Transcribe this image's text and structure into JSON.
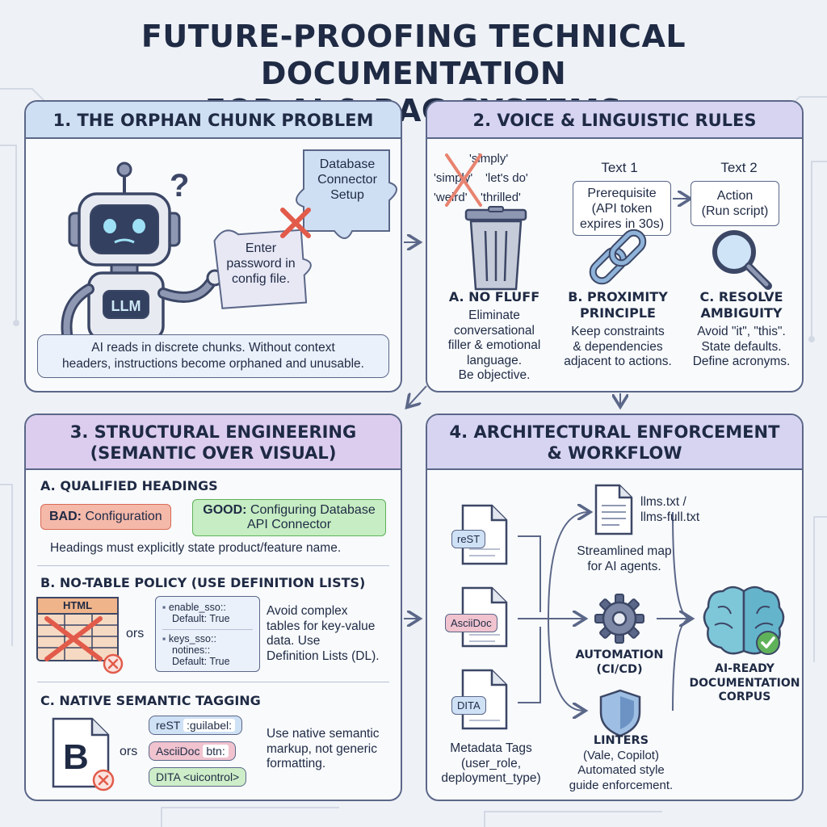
{
  "title": {
    "line1": "FUTURE-PROOFING TECHNICAL DOCUMENTATION",
    "line2": "FOR AI & RAG SYSTEMS"
  },
  "panel1": {
    "header": "1. THE ORPHAN CHUNK PROBLEM",
    "robot_label": "LLM",
    "question_mark": "?",
    "puzzle_top": [
      "Database",
      "Connector",
      "Setup"
    ],
    "puzzle_bottom": [
      "Enter",
      "password in",
      "config file."
    ],
    "caption": [
      "AI reads in discrete chunks. Without context",
      "headers, instructions become orphaned and unusable."
    ]
  },
  "panel2": {
    "header": "2. VOICE & LINGUISTIC RULES",
    "fluff_words": [
      "'simply'",
      "'simply'",
      "'let's do'",
      "'weird'",
      "'thrilled'"
    ],
    "text1_label": "Text 1",
    "text2_label": "Text 2",
    "prereq_box": [
      "Prerequisite",
      "(API token",
      "expires in 30s)"
    ],
    "action_box": [
      "Action",
      "(Run script)"
    ],
    "col_a": {
      "title": "A. NO FLUFF",
      "body": [
        "Eliminate",
        "conversational",
        "filler & emotional",
        "language.",
        "Be objective."
      ]
    },
    "col_b": {
      "title": [
        "B. PROXIMITY",
        "PRINCIPLE"
      ],
      "body": [
        "Keep constraints",
        "& dependencies",
        "adjacent to actions."
      ]
    },
    "col_c": {
      "title": [
        "C. RESOLVE",
        "AMBIGUITY"
      ],
      "body": [
        "Avoid \"it\", \"this\".",
        "State defaults.",
        "Define acronyms."
      ]
    }
  },
  "panel3": {
    "header": [
      "3. STRUCTURAL ENGINEERING",
      "(SEMANTIC OVER VISUAL)"
    ],
    "sec_a": {
      "title": "A. QUALIFIED HEADINGS",
      "bad_prefix": "BAD:",
      "bad_text": " Configuration",
      "good_prefix": "GOOD:",
      "good_text1": " Configuring Database",
      "good_text2": "API Connector",
      "note": "Headings must explicitly state product/feature name."
    },
    "sec_b": {
      "title": "B. NO-TABLE POLICY (USE DEFINITION LISTS)",
      "html_label": "HTML",
      "ors": "ors",
      "dl1": [
        "enable_sso::",
        "Default: True"
      ],
      "dl2": [
        "keys_sso::",
        "notines::",
        "Default: True"
      ],
      "note": [
        "Avoid complex",
        "tables for key-value",
        "data. Use",
        "Definition Lists (DL)."
      ]
    },
    "sec_c": {
      "title": "C. NATIVE SEMANTIC TAGGING",
      "b_glyph": "B",
      "ors": "ors",
      "chip1_tag": "reST",
      "chip1_text": ":guilabel:",
      "chip2_tag": "AsciiDoc",
      "chip2_text": "btn:",
      "chip3": "DITA <uicontrol>",
      "note": [
        "Use native semantic",
        "markup, not generic",
        "formatting."
      ]
    }
  },
  "panel4": {
    "header": [
      "4. ARCHITECTURAL ENFORCEMENT",
      "& WORKFLOW"
    ],
    "docs": [
      "reST",
      "AsciiDoc",
      "DITA"
    ],
    "metadata": [
      "Metadata Tags",
      "(user_role,",
      "deployment_type)"
    ],
    "llms_file": [
      "llms.txt /",
      "llms-full.txt"
    ],
    "llms_note": [
      "Streamlined map",
      "for AI agents."
    ],
    "automation": [
      "AUTOMATION",
      "(CI/CD)"
    ],
    "linters_title": "LINTERS",
    "linters_body": [
      "(Vale, Copilot)",
      "Automated style",
      "guide enforcement."
    ],
    "output": [
      "AI-READY",
      "DOCUMENTATION",
      "CORPUS"
    ]
  },
  "colors": {
    "outline": "#5b6788",
    "panel_blue": "#cfdff3",
    "panel_purple": "#d6d4f1",
    "panel_violet": "#dccdee",
    "bad_red": "#e25b4a",
    "good_green": "#5fb25a"
  },
  "icons": [
    "robot-icon",
    "puzzle-piece-icon",
    "trash-can-icon",
    "chain-link-icon",
    "magnifier-icon",
    "document-icon",
    "gear-icon",
    "shield-icon",
    "brain-icon",
    "checkmark-icon",
    "cross-icon"
  ]
}
